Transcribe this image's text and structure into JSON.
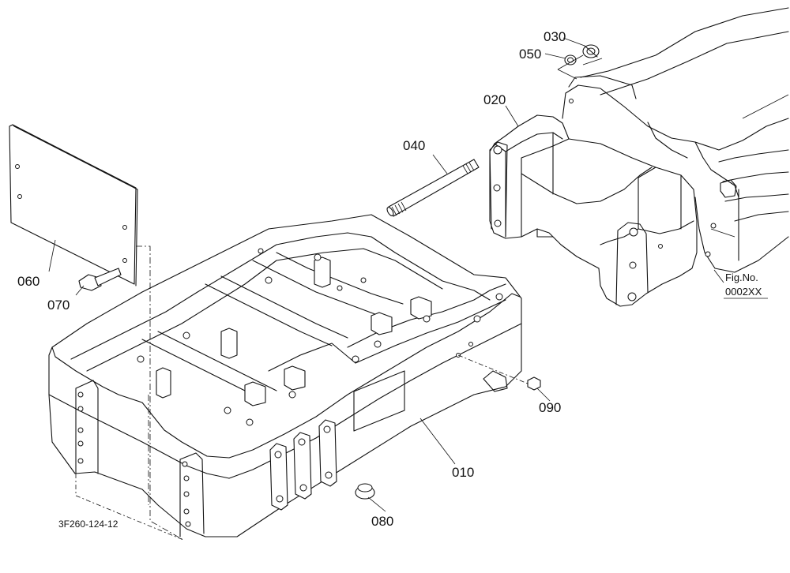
{
  "parts": [
    {
      "code": "010"
    },
    {
      "code": "020"
    },
    {
      "code": "030"
    },
    {
      "code": "040"
    },
    {
      "code": "050"
    },
    {
      "code": "060"
    },
    {
      "code": "070"
    },
    {
      "code": "080"
    },
    {
      "code": "090"
    }
  ],
  "fig_ref": {
    "label": "Fig.No.",
    "number": "0002XX"
  },
  "drawing_code": "3F260-124-12"
}
